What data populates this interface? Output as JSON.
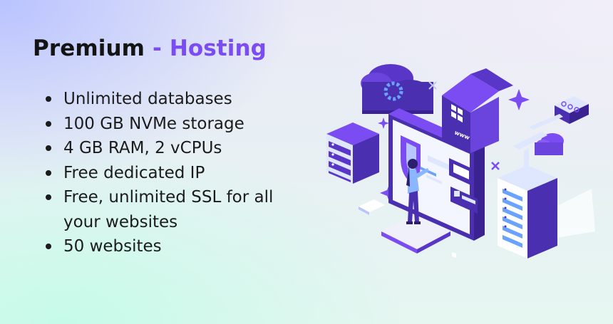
{
  "headline": {
    "title": "Premium",
    "separator": " - ",
    "accent": "Hosting"
  },
  "features": [
    "Unlimited databases",
    "100 GB NVMe storage",
    "4 GB RAM, 2 vCPUs",
    "Free dedicated IP",
    "Free,  unlimited  SSL  for all your websites",
    "50 websites"
  ],
  "illustration": {
    "sign_text": "www"
  },
  "colors": {
    "accent": "#7b4cf2",
    "text": "#1b1b1b",
    "purple_dark": "#4a2fb0",
    "blue_light": "#dfe7ff"
  }
}
